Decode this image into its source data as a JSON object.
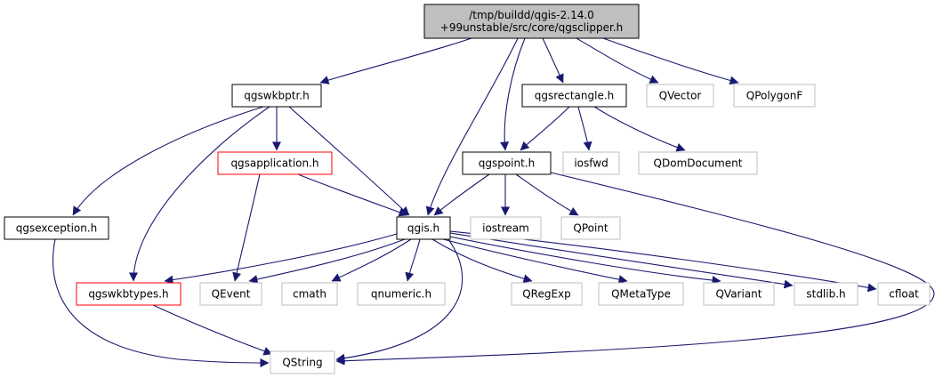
{
  "diagram": {
    "type": "include-dependency-graph",
    "colors": {
      "edge": "#191970",
      "root_fill": "#bfbfbf",
      "documented_border": "#000000",
      "undocumented_border": "#ff0000",
      "system_border": "#bfbfbf",
      "system_text": "#404040"
    },
    "nodes": [
      {
        "id": "root",
        "lines": [
          "/tmp/buildd/qgis-2.14.0",
          "+99unstable/src/core/qgsclipper.h"
        ],
        "style": "root"
      },
      {
        "id": "qgswkbptr",
        "lines": [
          "qgswkbptr.h"
        ],
        "style": "documented"
      },
      {
        "id": "qgsrectangle",
        "lines": [
          "qgsrectangle.h"
        ],
        "style": "documented"
      },
      {
        "id": "qvector",
        "lines": [
          "QVector"
        ],
        "style": "system"
      },
      {
        "id": "qpolygonf",
        "lines": [
          "QPolygonF"
        ],
        "style": "system"
      },
      {
        "id": "qgsapplication",
        "lines": [
          "qgsapplication.h"
        ],
        "style": "undocumented"
      },
      {
        "id": "qgspoint",
        "lines": [
          "qgspoint.h"
        ],
        "style": "documented"
      },
      {
        "id": "iosfwd",
        "lines": [
          "iosfwd"
        ],
        "style": "system"
      },
      {
        "id": "qdomdocument",
        "lines": [
          "QDomDocument"
        ],
        "style": "system"
      },
      {
        "id": "qgsexception",
        "lines": [
          "qgsexception.h"
        ],
        "style": "documented"
      },
      {
        "id": "qgis",
        "lines": [
          "qgis.h"
        ],
        "style": "documented"
      },
      {
        "id": "iostream",
        "lines": [
          "iostream"
        ],
        "style": "system"
      },
      {
        "id": "qpoint",
        "lines": [
          "QPoint"
        ],
        "style": "system"
      },
      {
        "id": "qgswkbtypes",
        "lines": [
          "qgswkbtypes.h"
        ],
        "style": "undocumented"
      },
      {
        "id": "qevent",
        "lines": [
          "QEvent"
        ],
        "style": "system"
      },
      {
        "id": "cmath",
        "lines": [
          "cmath"
        ],
        "style": "system"
      },
      {
        "id": "qnumeric",
        "lines": [
          "qnumeric.h"
        ],
        "style": "system"
      },
      {
        "id": "qregexp",
        "lines": [
          "QRegExp"
        ],
        "style": "system"
      },
      {
        "id": "qmetatype",
        "lines": [
          "QMetaType"
        ],
        "style": "system"
      },
      {
        "id": "qvariant",
        "lines": [
          "QVariant"
        ],
        "style": "system"
      },
      {
        "id": "stdlib",
        "lines": [
          "stdlib.h"
        ],
        "style": "system"
      },
      {
        "id": "cfloat",
        "lines": [
          "cfloat"
        ],
        "style": "system"
      },
      {
        "id": "qstring",
        "lines": [
          "QString"
        ],
        "style": "system"
      }
    ],
    "edges": [
      {
        "from": "root",
        "to": "qgswkbptr"
      },
      {
        "from": "root",
        "to": "qgis"
      },
      {
        "from": "root",
        "to": "qgsrectangle"
      },
      {
        "from": "root",
        "to": "qgspoint"
      },
      {
        "from": "root",
        "to": "qvector"
      },
      {
        "from": "root",
        "to": "qpolygonf"
      },
      {
        "from": "qgswkbptr",
        "to": "qgsapplication"
      },
      {
        "from": "qgswkbptr",
        "to": "qgsexception"
      },
      {
        "from": "qgswkbptr",
        "to": "qgswkbtypes"
      },
      {
        "from": "qgswkbptr",
        "to": "qgis"
      },
      {
        "from": "qgsrectangle",
        "to": "qgspoint"
      },
      {
        "from": "qgsrectangle",
        "to": "iosfwd"
      },
      {
        "from": "qgsrectangle",
        "to": "qdomdocument"
      },
      {
        "from": "qgsapplication",
        "to": "qgis"
      },
      {
        "from": "qgsapplication",
        "to": "qevent"
      },
      {
        "from": "qgspoint",
        "to": "qgis"
      },
      {
        "from": "qgspoint",
        "to": "iostream"
      },
      {
        "from": "qgspoint",
        "to": "qpoint"
      },
      {
        "from": "qgspoint",
        "to": "qstring"
      },
      {
        "from": "qgsexception",
        "to": "qstring"
      },
      {
        "from": "qgis",
        "to": "qgswkbtypes"
      },
      {
        "from": "qgis",
        "to": "qevent"
      },
      {
        "from": "qgis",
        "to": "cmath"
      },
      {
        "from": "qgis",
        "to": "qnumeric"
      },
      {
        "from": "qgis",
        "to": "qregexp"
      },
      {
        "from": "qgis",
        "to": "qmetatype"
      },
      {
        "from": "qgis",
        "to": "qvariant"
      },
      {
        "from": "qgis",
        "to": "stdlib"
      },
      {
        "from": "qgis",
        "to": "cfloat"
      },
      {
        "from": "qgis",
        "to": "qstring"
      },
      {
        "from": "qgswkbtypes",
        "to": "qstring"
      }
    ]
  }
}
